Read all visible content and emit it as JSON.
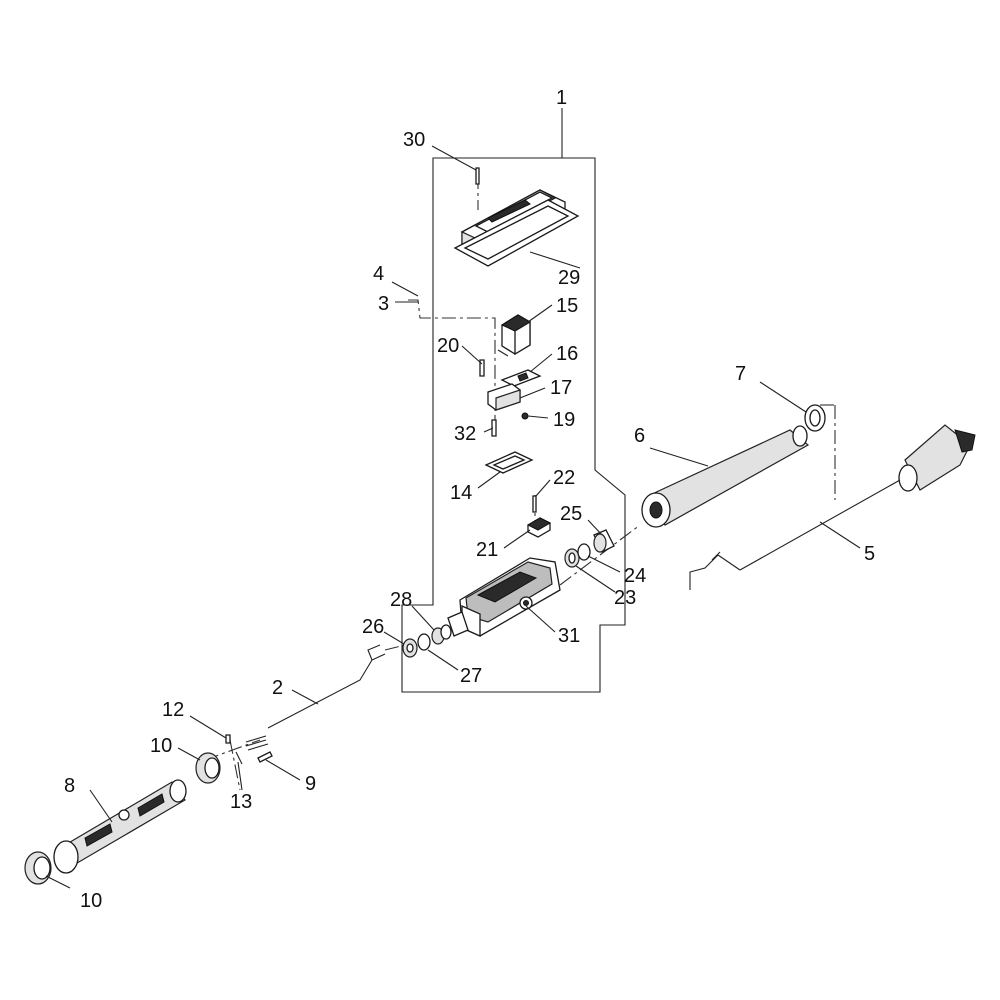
{
  "callouts": [
    {
      "id": "1",
      "text": "1"
    },
    {
      "id": "2",
      "text": "2"
    },
    {
      "id": "3",
      "text": "3"
    },
    {
      "id": "4",
      "text": "4"
    },
    {
      "id": "5",
      "text": "5"
    },
    {
      "id": "6",
      "text": "6"
    },
    {
      "id": "7",
      "text": "7"
    },
    {
      "id": "8",
      "text": "8"
    },
    {
      "id": "9",
      "text": "9"
    },
    {
      "id": "10a",
      "text": "10"
    },
    {
      "id": "10b",
      "text": "10"
    },
    {
      "id": "12",
      "text": "12"
    },
    {
      "id": "13",
      "text": "13"
    },
    {
      "id": "14",
      "text": "14"
    },
    {
      "id": "15",
      "text": "15"
    },
    {
      "id": "16",
      "text": "16"
    },
    {
      "id": "17",
      "text": "17"
    },
    {
      "id": "19",
      "text": "19"
    },
    {
      "id": "20",
      "text": "20"
    },
    {
      "id": "21",
      "text": "21"
    },
    {
      "id": "22",
      "text": "22"
    },
    {
      "id": "23",
      "text": "23"
    },
    {
      "id": "24",
      "text": "24"
    },
    {
      "id": "25",
      "text": "25"
    },
    {
      "id": "26",
      "text": "26"
    },
    {
      "id": "27",
      "text": "27"
    },
    {
      "id": "28",
      "text": "28"
    },
    {
      "id": "29",
      "text": "29"
    },
    {
      "id": "30",
      "text": "30"
    },
    {
      "id": "31",
      "text": "31"
    },
    {
      "id": "32",
      "text": "32"
    }
  ],
  "colors": {
    "line": "#222222",
    "part_fill": "#ffffff",
    "dark_fill": "#2a2a2a"
  }
}
